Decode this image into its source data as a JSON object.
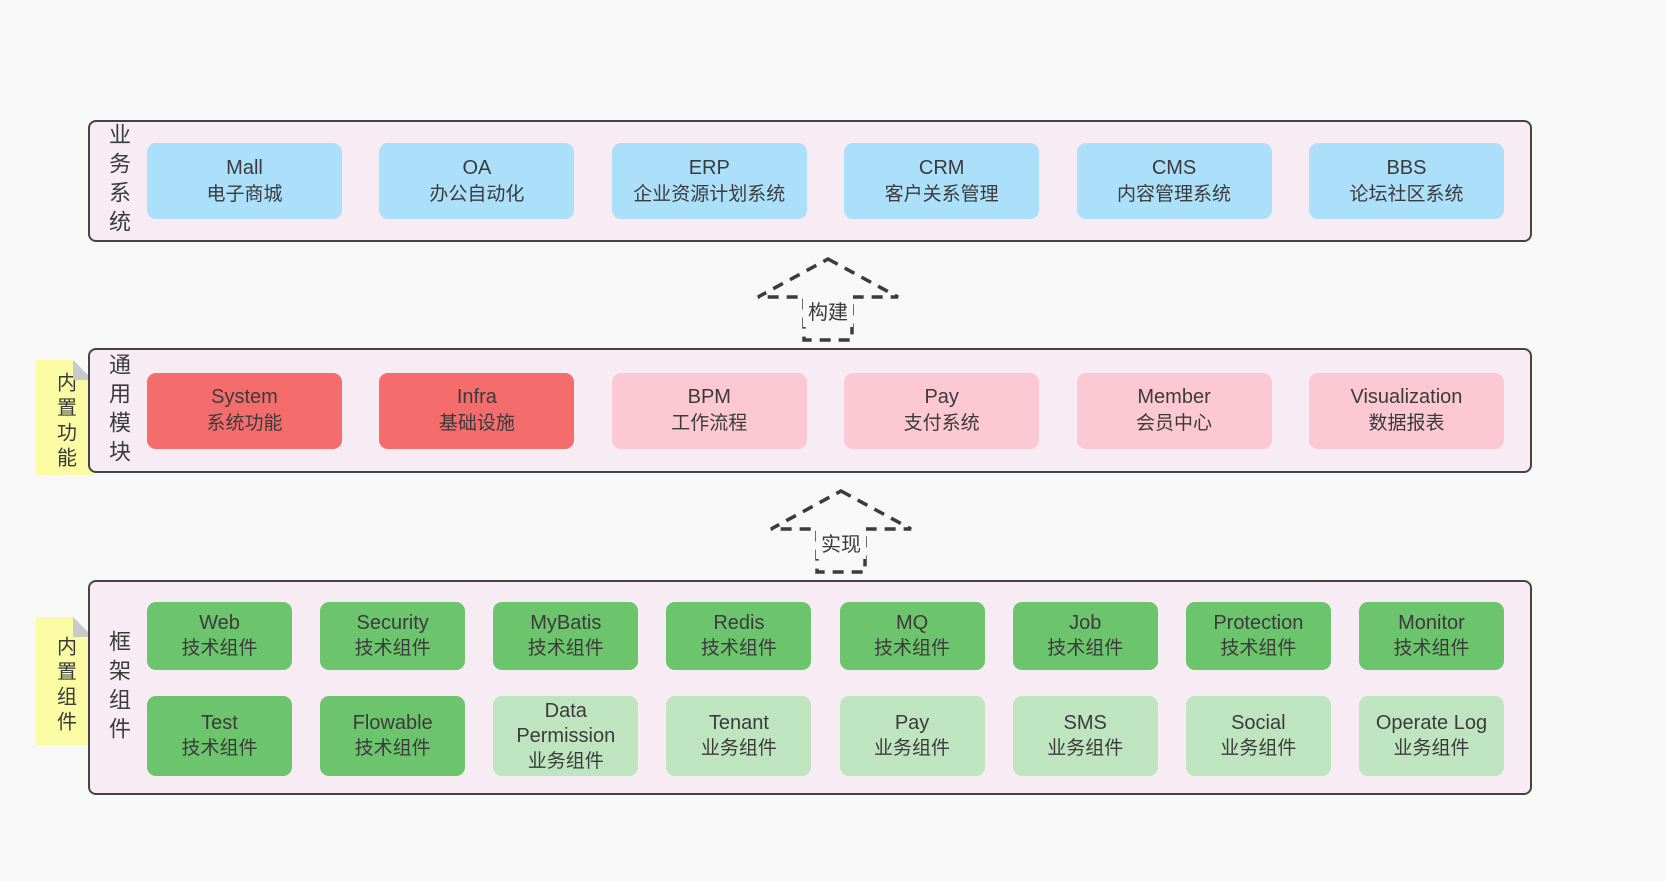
{
  "colors": {
    "pageBg": "#f8f8f8",
    "containerBg": "#f8ecf4",
    "border": "#444444",
    "text": "#3b3b3b",
    "blue": "#abdffa",
    "red": "#f56c6c",
    "pink": "#fbc8d3",
    "green": "#6cc56c",
    "lightgreen": "#bee5c0",
    "sticky": "#fafba3",
    "fold": "#c9c9c9"
  },
  "arrows": [
    {
      "label": "构建"
    },
    {
      "label": "实现"
    }
  ],
  "stickies": {
    "modules": {
      "label": "内置功能"
    },
    "framework": {
      "label": "内置组件"
    }
  },
  "sections": {
    "business": {
      "label": "业务系统",
      "boxes": [
        {
          "name": "Mall",
          "desc": "电子商城",
          "variant": "blue"
        },
        {
          "name": "OA",
          "desc": "办公自动化",
          "variant": "blue"
        },
        {
          "name": "ERP",
          "desc": "企业资源计划系统",
          "variant": "blue"
        },
        {
          "name": "CRM",
          "desc": "客户关系管理",
          "variant": "blue"
        },
        {
          "name": "CMS",
          "desc": "内容管理系统",
          "variant": "blue"
        },
        {
          "name": "BBS",
          "desc": "论坛社区系统",
          "variant": "blue"
        }
      ]
    },
    "modules": {
      "label": "通用模块",
      "boxes": [
        {
          "name": "System",
          "desc": "系统功能",
          "variant": "red"
        },
        {
          "name": "Infra",
          "desc": "基础设施",
          "variant": "red"
        },
        {
          "name": "BPM",
          "desc": "工作流程",
          "variant": "pink"
        },
        {
          "name": "Pay",
          "desc": "支付系统",
          "variant": "pink"
        },
        {
          "name": "Member",
          "desc": "会员中心",
          "variant": "pink"
        },
        {
          "name": "Visualization",
          "desc": "数据报表",
          "variant": "pink"
        }
      ]
    },
    "framework": {
      "label": "框架组件",
      "row1": [
        {
          "name": "Web",
          "desc": "技术组件",
          "variant": "green"
        },
        {
          "name": "Security",
          "desc": "技术组件",
          "variant": "green"
        },
        {
          "name": "MyBatis",
          "desc": "技术组件",
          "variant": "green"
        },
        {
          "name": "Redis",
          "desc": "技术组件",
          "variant": "green"
        },
        {
          "name": "MQ",
          "desc": "技术组件",
          "variant": "green"
        },
        {
          "name": "Job",
          "desc": "技术组件",
          "variant": "green"
        },
        {
          "name": "Protection",
          "desc": "技术组件",
          "variant": "green"
        },
        {
          "name": "Monitor",
          "desc": "技术组件",
          "variant": "green"
        }
      ],
      "row2": [
        {
          "name": "Test",
          "desc": "技术组件",
          "variant": "green"
        },
        {
          "name": "Flowable",
          "desc": "技术组件",
          "variant": "green"
        },
        {
          "name": "Data Permission",
          "desc": "业务组件",
          "variant": "lightgreen"
        },
        {
          "name": "Tenant",
          "desc": "业务组件",
          "variant": "lightgreen"
        },
        {
          "name": "Pay",
          "desc": "业务组件",
          "variant": "lightgreen"
        },
        {
          "name": "SMS",
          "desc": "业务组件",
          "variant": "lightgreen"
        },
        {
          "name": "Social",
          "desc": "业务组件",
          "variant": "lightgreen"
        },
        {
          "name": "Operate Log",
          "desc": "业务组件",
          "variant": "lightgreen"
        }
      ]
    }
  }
}
